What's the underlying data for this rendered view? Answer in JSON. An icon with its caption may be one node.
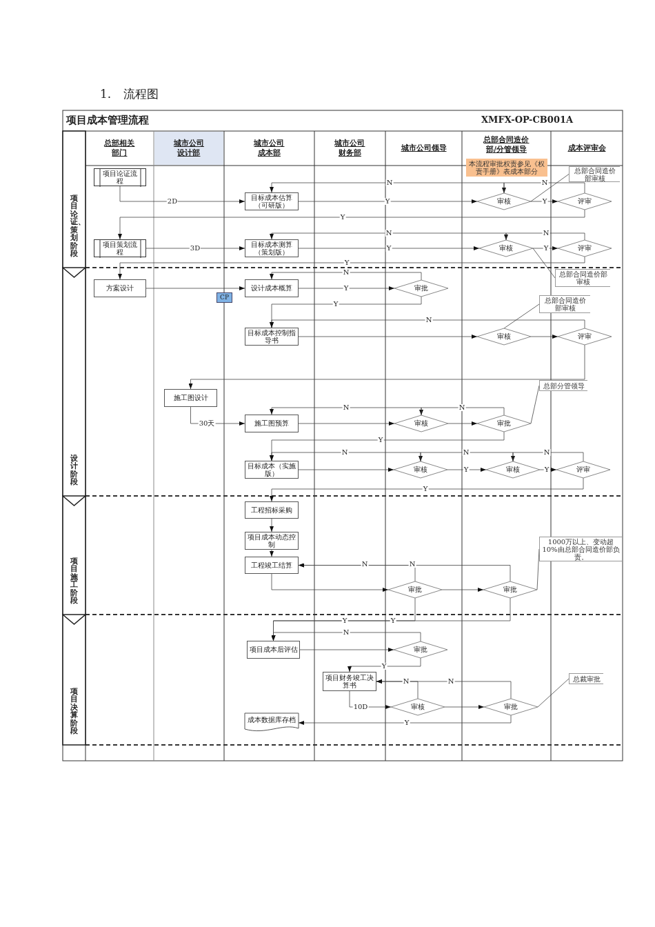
{
  "diagram": {
    "title": "项目成本管理流程",
    "nodes": [
      {
        "text": [
          "总部相关部门"
        ]
      },
      {
        "text": [
          "城市公司设计部"
        ]
      },
      {
        "text": [
          "城市公司成本部"
        ]
      },
      {
        "text": [
          "城市公司财务部"
        ]
      },
      {
        "text": [
          "城市公司领导"
        ]
      },
      {
        "text": [
          "总部合同造价部/分管领导"
        ]
      },
      {
        "text": [
          "成本评审会"
        ]
      },
      {
        "text": [
          "项目论证、策划阶段"
        ]
      },
      {
        "text": [
          "设计阶段"
        ]
      },
      {
        "text": [
          "项目施工阶段"
        ]
      },
      {
        "text": [
          "项目决算阶段"
        ]
      },
      {
        "text": [
          "本流程审批权责参见《权责手册》表成本部分"
        ]
      },
      {
        "text": [
          "项目论证流程"
        ]
      },
      {
        "text": [
          "目标成本估算（可研版）"
        ]
      },
      {
        "text": [
          "审核"
        ]
      },
      {
        "text": [
          "评审"
        ]
      },
      {
        "text": [
          "总部合同造价部审核"
        ]
      },
      {
        "text": [
          "项目策划流程"
        ]
      },
      {
        "text": [
          "目标成本测算（策划版）"
        ]
      },
      {
        "text": [
          "审核"
        ]
      },
      {
        "text": [
          "评审"
        ]
      },
      {
        "text": [
          "总部合同造价部审核"
        ]
      },
      {
        "text": [
          "方案设计"
        ]
      },
      {
        "text": [
          "CP"
        ]
      },
      {
        "text": [
          "设计成本概算"
        ]
      },
      {
        "text": [
          "审批"
        ]
      },
      {
        "text": [
          "总部合同造价部审核"
        ]
      },
      {
        "text": [
          "目标成本控制指导书"
        ]
      },
      {
        "text": [
          "审核"
        ]
      },
      {
        "text": [
          "评审"
        ]
      },
      {
        "text": [
          "施工图设计"
        ]
      },
      {
        "text": [
          "总部分管领导"
        ]
      },
      {
        "text": [
          "施工图预算"
        ]
      },
      {
        "text": [
          "审核"
        ]
      },
      {
        "text": [
          "审批"
        ]
      },
      {
        "text": [
          "目标成本（实施版）"
        ]
      },
      {
        "text": [
          "审核"
        ]
      },
      {
        "text": [
          "审核"
        ]
      },
      {
        "text": [
          "评审"
        ]
      },
      {
        "text": [
          "工程招标采购"
        ]
      },
      {
        "text": [
          "项目成本动态控制"
        ]
      },
      {
        "text": [
          "工程竣工结算"
        ]
      },
      {
        "text": [
          "审批"
        ]
      },
      {
        "text": [
          "审批"
        ]
      },
      {
        "text": [
          "1000万以上、变动超10%由总部合同造价部负责。"
        ]
      },
      {
        "text": [
          "项目成本后评估"
        ]
      },
      {
        "text": [
          "审批"
        ]
      },
      {
        "text": [
          "项目财务竣工决算书"
        ]
      },
      {
        "text": [
          "审核"
        ]
      },
      {
        "text": [
          "审批"
        ]
      },
      {
        "text": [
          "总裁审批"
        ]
      },
      {
        "text": [
          "成本数据库存档"
        ]
      }
    ],
    "edges": [
      {
        "from": 12,
        "to": 13,
        "arrow": "to",
        "label": "2D"
      },
      {
        "from": 13,
        "to": 14,
        "arrow": "to",
        "label": "Y"
      },
      {
        "from": 15,
        "to": 14,
        "arrow": "to",
        "label": "N"
      },
      {
        "from": 14,
        "to": 13,
        "arrow": "to",
        "label": "N"
      },
      {
        "from": 14,
        "to": 15,
        "arrow": "to",
        "label": "Y"
      },
      {
        "from": 15,
        "to": 17,
        "arrow": "to",
        "label": "Y"
      },
      {
        "from": 16,
        "to": 14,
        "arrow": "none"
      },
      {
        "from": 17,
        "to": 18,
        "arrow": "to",
        "label": "3D"
      },
      {
        "from": 18,
        "to": 19,
        "arrow": "to",
        "label": "Y"
      },
      {
        "from": 20,
        "to": 19,
        "arrow": "to",
        "label": "N"
      },
      {
        "from": 19,
        "to": 18,
        "arrow": "to",
        "label": "N"
      },
      {
        "from": 19,
        "to": 20,
        "arrow": "to",
        "label": "Y"
      },
      {
        "from": 20,
        "to": 22,
        "arrow": "to",
        "label": "Y"
      },
      {
        "from": 21,
        "to": 19,
        "arrow": "none"
      },
      {
        "from": 22,
        "to": 24,
        "arrow": "to"
      },
      {
        "from": 24,
        "to": 25,
        "arrow": "to",
        "label": "Y"
      },
      {
        "from": 25,
        "to": 24,
        "arrow": "to",
        "label": "N"
      },
      {
        "from": 25,
        "to": 27,
        "arrow": "to",
        "label": "Y"
      },
      {
        "from": 27,
        "to": 28,
        "arrow": "to"
      },
      {
        "from": 28,
        "to": 29,
        "arrow": "to"
      },
      {
        "from": 29,
        "to": 27,
        "arrow": "to",
        "label": "N"
      },
      {
        "from": 26,
        "to": 28,
        "arrow": "none"
      },
      {
        "from": 29,
        "to": 30,
        "arrow": "to"
      },
      {
        "from": 30,
        "to": 32,
        "arrow": "to",
        "label": "30天"
      },
      {
        "from": 32,
        "to": 33,
        "arrow": "to"
      },
      {
        "from": 33,
        "to": 34,
        "arrow": "to"
      },
      {
        "from": 34,
        "to": 33,
        "arrow": "to",
        "label": "N"
      },
      {
        "from": 33,
        "to": 32,
        "arrow": "to",
        "label": "N"
      },
      {
        "from": 31,
        "to": 34,
        "arrow": "none"
      },
      {
        "from": 34,
        "to": 35,
        "arrow": "to",
        "label": "Y"
      },
      {
        "from": 35,
        "to": 36,
        "arrow": "to"
      },
      {
        "from": 36,
        "to": 37,
        "arrow": "to",
        "label": "Y"
      },
      {
        "from": 37,
        "to": 38,
        "arrow": "to",
        "label": "Y"
      },
      {
        "from": 38,
        "to": 37,
        "arrow": "to",
        "label": "N"
      },
      {
        "from": 37,
        "to": 36,
        "arrow": "to",
        "label": "N"
      },
      {
        "from": 36,
        "to": 35,
        "arrow": "to",
        "label": "N"
      },
      {
        "from": 38,
        "to": 39,
        "arrow": "to",
        "label": "Y"
      },
      {
        "from": 39,
        "to": 40,
        "arrow": "to"
      },
      {
        "from": 40,
        "to": 41,
        "arrow": "to"
      },
      {
        "from": 42,
        "to": 41,
        "arrow": "to",
        "label": "N"
      },
      {
        "from": 43,
        "to": 41,
        "arrow": "to",
        "label": "N"
      },
      {
        "from": 41,
        "to": 42,
        "arrow": "to"
      },
      {
        "from": 42,
        "to": 43,
        "arrow": "to"
      },
      {
        "from": 44,
        "to": 43,
        "arrow": "none"
      },
      {
        "from": 42,
        "to": 45,
        "arrow": "to",
        "label": "Y"
      },
      {
        "from": 43,
        "to": 45,
        "arrow": "to",
        "label": "Y"
      },
      {
        "from": 45,
        "to": 46,
        "arrow": "to"
      },
      {
        "from": 46,
        "to": 45,
        "arrow": "to",
        "label": "N"
      },
      {
        "from": 46,
        "to": 47,
        "arrow": "to",
        "label": "Y"
      },
      {
        "from": 47,
        "to": 48,
        "arrow": "to",
        "label": "10D"
      },
      {
        "from": 48,
        "to": 49,
        "arrow": "to"
      },
      {
        "from": 48,
        "to": 47,
        "arrow": "to",
        "label": "N"
      },
      {
        "from": 49,
        "to": 47,
        "arrow": "to",
        "label": "N"
      },
      {
        "from": 49,
        "to": 51,
        "arrow": "to",
        "label": "Y"
      },
      {
        "from": 50,
        "to": 49,
        "arrow": "none"
      }
    ],
    "labels": [
      "1. 流程图",
      "XMFX-OP-CB001A"
    ]
  }
}
